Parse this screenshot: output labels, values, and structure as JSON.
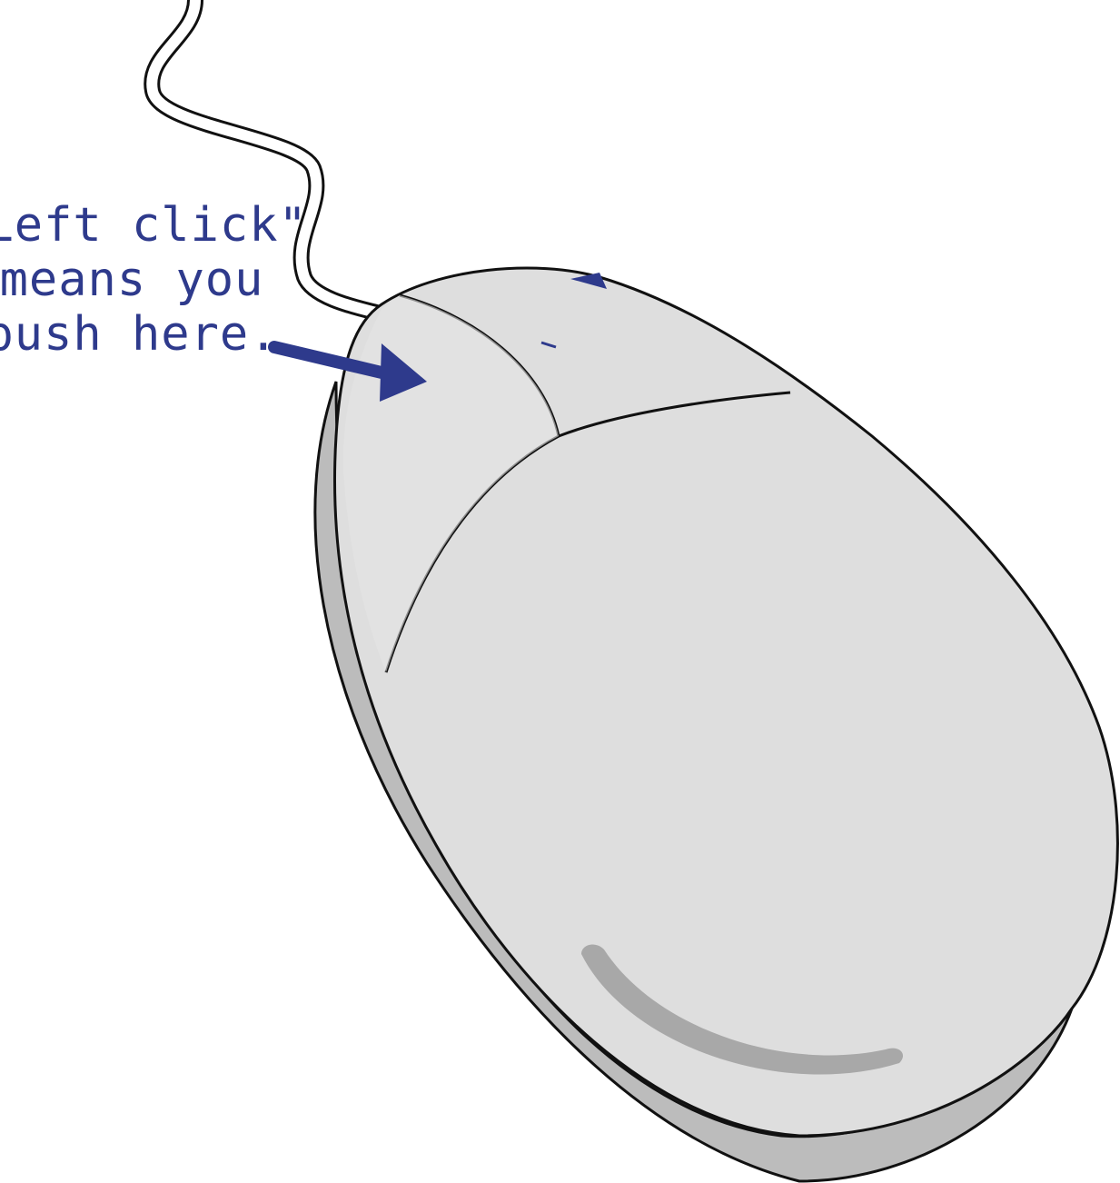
{
  "caption": {
    "lines": [
      "\"Left click\"",
      "means you",
      "push here."
    ]
  },
  "colors": {
    "annotation": "#2e3a8c",
    "mouse_body": "#dedede",
    "mouse_shadow": "#b8b8b8",
    "outline": "#111111"
  },
  "icons": {
    "pointer": "arrow-right-icon",
    "device": "computer-mouse-icon"
  }
}
